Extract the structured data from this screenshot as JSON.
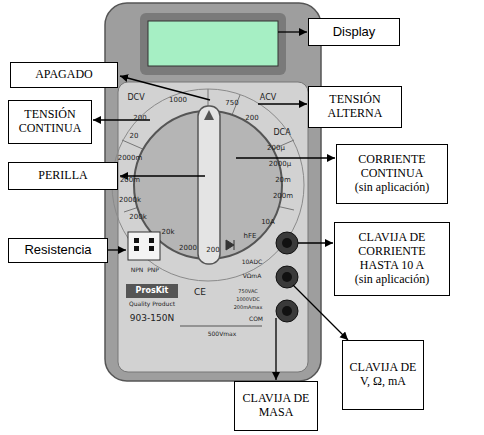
{
  "diagram": {
    "nodes": [
      {
        "text": [
          "Display"
        ]
      },
      {
        "text": [
          "APAGADO"
        ]
      },
      {
        "text": [
          "TENSIÓN ALTERNA"
        ]
      },
      {
        "text": [
          "TENSIÓN CONTINUA"
        ]
      },
      {
        "text": [
          "PERILLA"
        ]
      },
      {
        "text": [
          "CORRIENTE CONTINUA",
          "(sin aplicación)"
        ]
      },
      {
        "text": [
          "Resistencia"
        ]
      },
      {
        "text": [
          "CLAVIJA DE CORRIENTE HASTA 10 A",
          "(sin aplicación)"
        ]
      },
      {
        "text": [
          "CLAVIJA DE V, Ω, mA"
        ]
      },
      {
        "text": [
          "CLAVIJA DE MASA"
        ]
      }
    ],
    "labels": [
      "DCV",
      "1000",
      "750",
      "ACV",
      "200",
      "20",
      "2000m",
      "200m",
      "DCA",
      "200µ",
      "2000µ",
      "20m",
      "200m",
      "10A",
      "hFE",
      "2000k",
      "200k",
      "20k",
      "2000",
      "200",
      "NPN",
      "PNP",
      "ProsKit",
      "Quality Product",
      "903-150N",
      "CE",
      "10ADC",
      "VΩmA",
      "750VAC",
      "1000VDC",
      "200mAmax",
      "COM",
      "500Vmax",
      "200"
    ]
  }
}
